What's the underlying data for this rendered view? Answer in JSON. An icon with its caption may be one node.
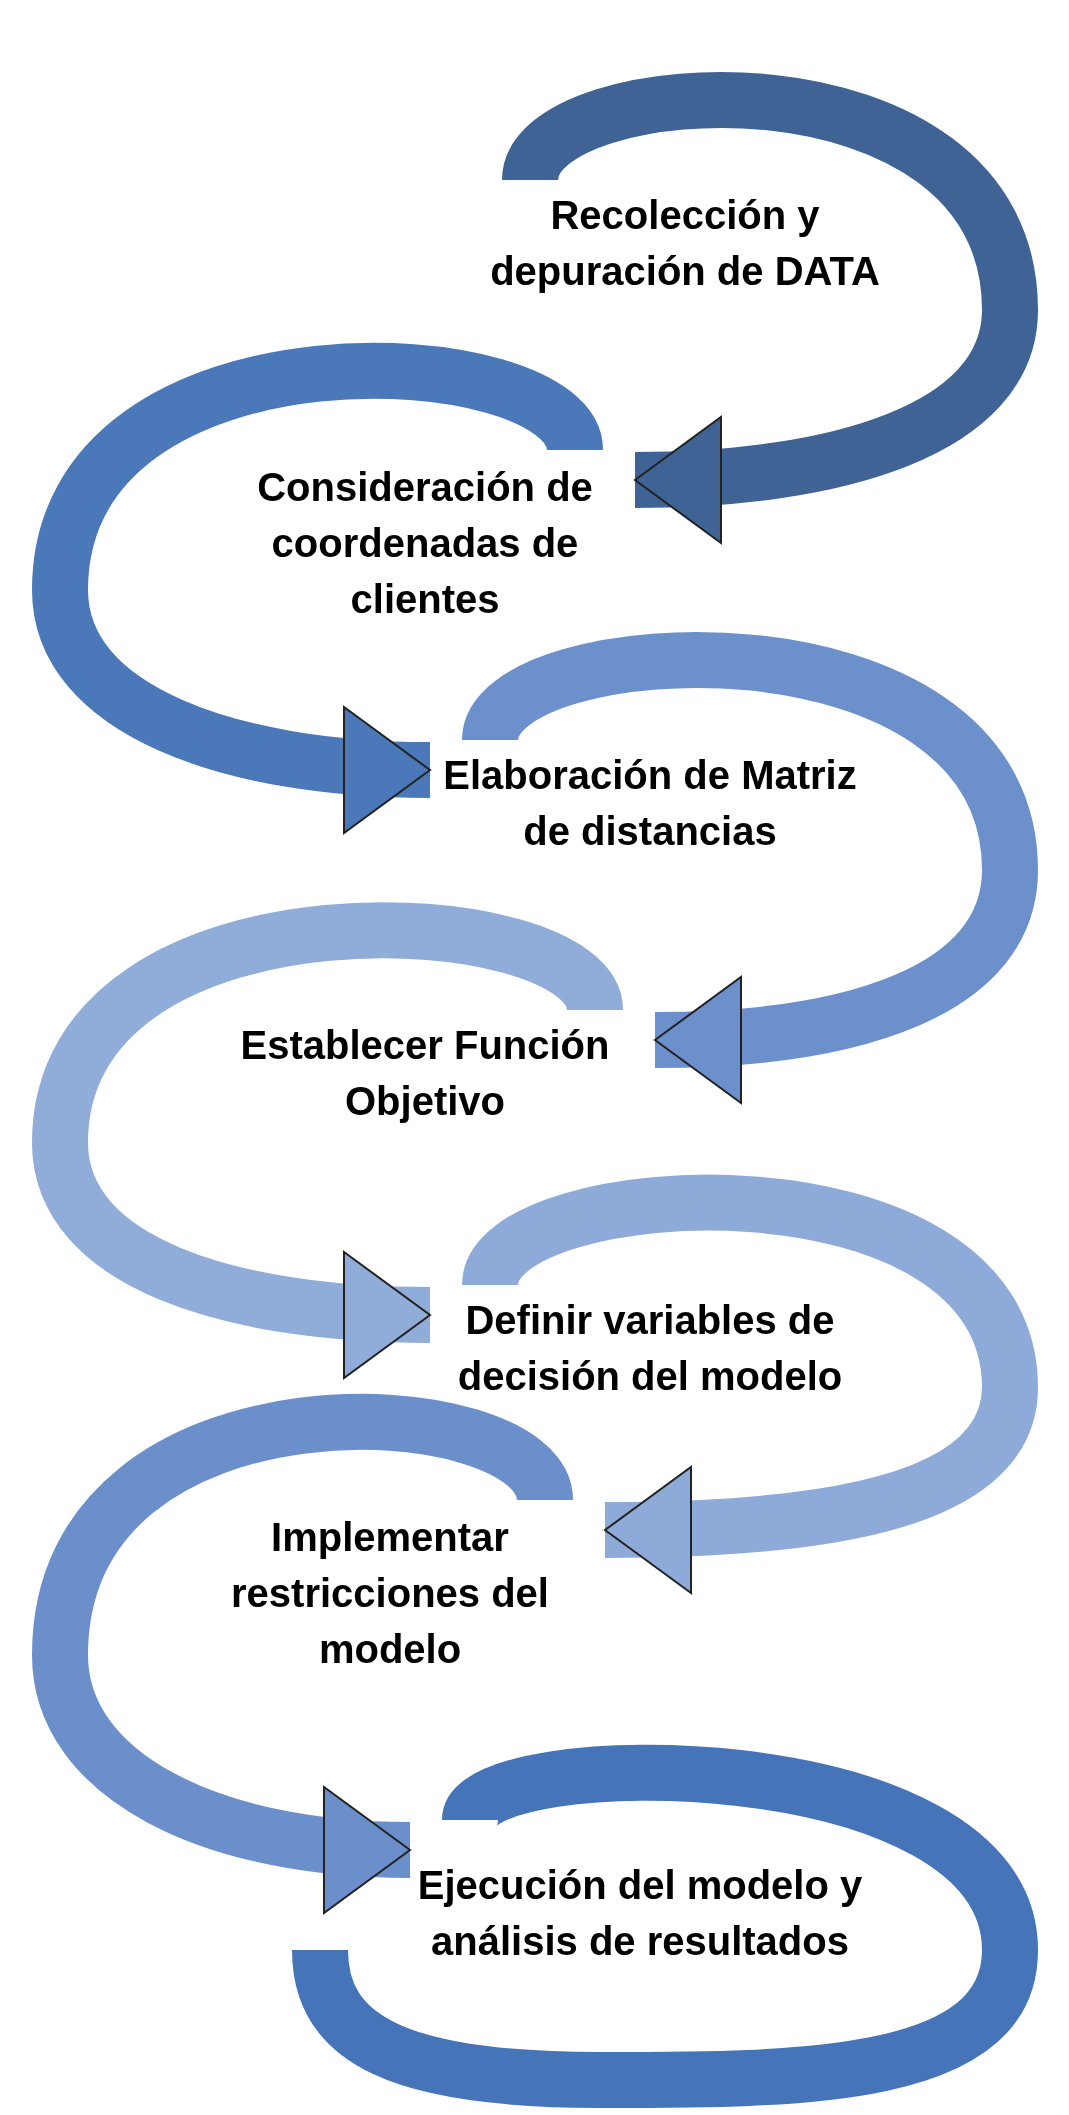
{
  "diagram": {
    "nodes": [
      {
        "text": [
          "Recolección y depuración de DATA"
        ]
      },
      {
        "text": [
          "Consideración de coordenadas de clientes"
        ]
      },
      {
        "text": [
          "Elaboración de Matriz de distancias"
        ]
      },
      {
        "text": [
          "Establecer Función Objetivo"
        ]
      },
      {
        "text": [
          "Definir variables de decisión del modelo"
        ]
      },
      {
        "text": [
          "Implementar restricciones del modelo"
        ]
      },
      {
        "text": [
          "Ejecución del modelo y análisis de resultados"
        ]
      }
    ],
    "edges": [
      {
        "from": 0,
        "to": 1,
        "arrow": "to",
        "color": "#3f6394"
      },
      {
        "from": 1,
        "to": 2,
        "arrow": "to",
        "color": "#4a78b8"
      },
      {
        "from": 2,
        "to": 3,
        "arrow": "to",
        "color": "#6c90cc"
      },
      {
        "from": 3,
        "to": 4,
        "arrow": "to",
        "color": "#90acd9"
      },
      {
        "from": 4,
        "to": 5,
        "arrow": "to",
        "color": "#8eaad8"
      },
      {
        "from": 5,
        "to": 6,
        "arrow": "to",
        "color": "#6b8fcb"
      },
      {
        "from": 6,
        "to": null,
        "arrow": "none",
        "color": "#4674b8"
      }
    ]
  }
}
